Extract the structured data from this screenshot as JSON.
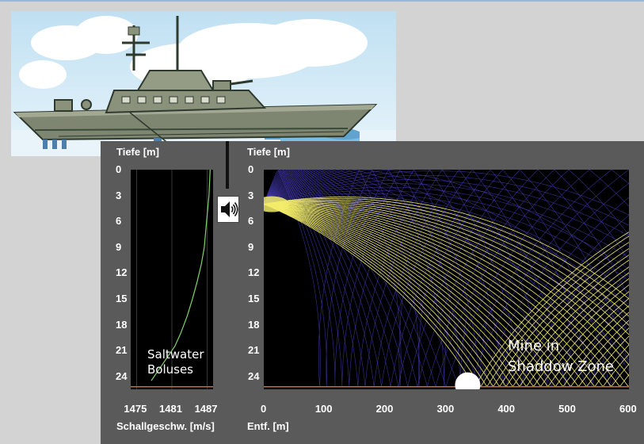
{
  "left_chart": {
    "y_label": "Tiefe [m]",
    "x_label": "Schallgeschw. [m/s]",
    "y_ticks": [
      "0",
      "3",
      "6",
      "9",
      "12",
      "15",
      "18",
      "21",
      "24"
    ],
    "x_ticks": [
      "1475",
      "1481",
      "1487"
    ],
    "annotation": [
      "Saltwater",
      "Boluses"
    ]
  },
  "right_chart": {
    "y_label": "Tiefe [m]",
    "x_label": "Entf. [m]",
    "y_ticks": [
      "0",
      "3",
      "6",
      "9",
      "12",
      "15",
      "18",
      "21",
      "24"
    ],
    "x_ticks": [
      "0",
      "100",
      "200",
      "300",
      "400",
      "500",
      "600"
    ],
    "annotation": [
      "Mine in",
      "Shaddow Zone"
    ]
  },
  "speaker": {
    "icon": "speaker-icon"
  },
  "colors": {
    "panel": "#5a5a5a",
    "plot_bg": "#000000",
    "ray": "#f2ec6a",
    "ray_deep": "#4a3fbf",
    "sound_profile": "#7fd36a",
    "bottom": "#d46a2a",
    "sky": "#bfe0f2"
  },
  "chart_data": [
    {
      "type": "line",
      "series": [
        {
          "x": [
            1487.5,
            1487.3,
            1486.9,
            1486.5,
            1486.0,
            1485.3,
            1484.5,
            1483.6,
            1482.5,
            1481.5,
            1480.5,
            1479.5,
            1478.5,
            1477.5
          ],
          "y": [
            0,
            3,
            6,
            9,
            11,
            13,
            15,
            17,
            19,
            20.5,
            21.5,
            22.5,
            23.5,
            24.5
          ]
        }
      ],
      "xlim": [
        1474,
        1488
      ],
      "ylim": [
        0,
        25.5
      ],
      "x_ticks": [
        "1475",
        "1481",
        "1487"
      ],
      "xlabel": "Schallgeschw. [m/s]",
      "ylabel": "Tiefe [m]"
    },
    {
      "type": "line",
      "source": {
        "x": 0,
        "y": 4
      },
      "mine": {
        "x": 335,
        "y": 25
      },
      "bottom_depth": 25.2,
      "xlim": [
        0,
        600
      ],
      "ylim": [
        0,
        25.5
      ],
      "x_ticks": [
        "0",
        "100",
        "200",
        "300",
        "400",
        "500",
        "600"
      ],
      "xlabel": "Entf. [m]",
      "ylabel": "Tiefe [m]"
    }
  ]
}
